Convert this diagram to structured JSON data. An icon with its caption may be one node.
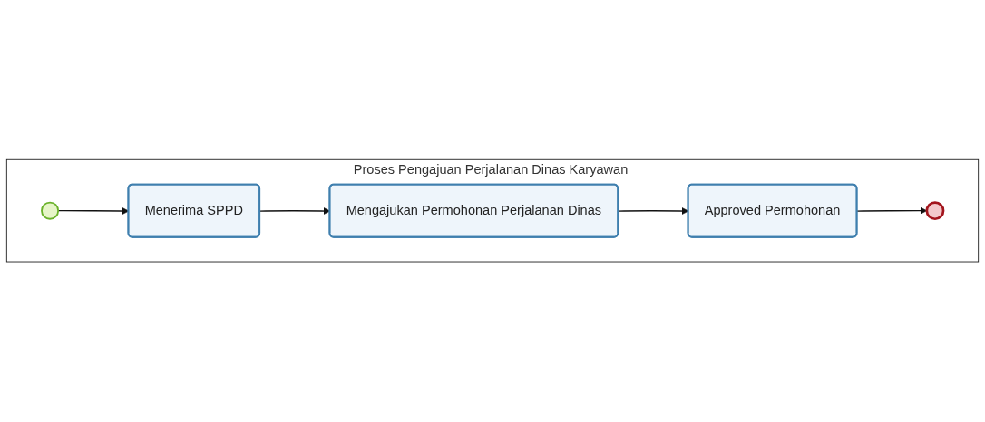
{
  "diagram": {
    "nodes": [
      {
        "text": [
          "Proses Pengajuan Perjalanan Dinas Karyawan"
        ]
      },
      {
        "text": [],
        "shape": "circle",
        "in": 0
      },
      {
        "text": [
          "Menerima SPPD"
        ],
        "in": 0
      },
      {
        "text": [
          "Mengajukan Permohonan Perjalanan Dinas"
        ],
        "in": 0
      },
      {
        "text": [
          "Approved Permohonan"
        ],
        "in": 0
      },
      {
        "text": [],
        "shape": "circle",
        "in": 0
      }
    ],
    "edges": [
      {
        "from": 1,
        "to": 2,
        "arrow": "to"
      },
      {
        "from": 2,
        "to": 3,
        "arrow": "to"
      },
      {
        "from": 3,
        "to": 4,
        "arrow": "to"
      },
      {
        "from": 4,
        "to": 5,
        "arrow": "to"
      }
    ]
  }
}
